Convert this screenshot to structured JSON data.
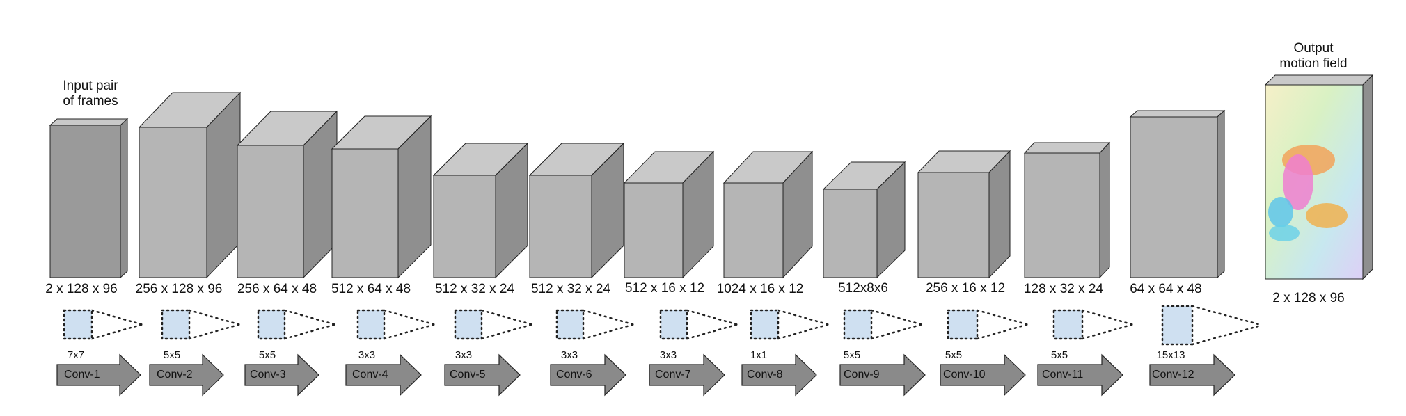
{
  "input": {
    "caption_line1": "Input pair",
    "caption_line2": "of frames",
    "dims": "2 x 128 x 96"
  },
  "output": {
    "caption_line1": "Output",
    "caption_line2": "motion field",
    "dims": "2 x 128 x 96"
  },
  "layers": [
    {
      "dims": "256 x 128 x 96",
      "kernel": "7x7",
      "conv": "Conv-1"
    },
    {
      "dims": "256 x 64 x 48",
      "kernel": "5x5",
      "conv": "Conv-2"
    },
    {
      "dims": "512 x 64 x 48",
      "kernel": "5x5",
      "conv": "Conv-3"
    },
    {
      "dims": "512 x 32 x 24",
      "kernel": "3x3",
      "conv": "Conv-4"
    },
    {
      "dims": "512 x 32 x 24",
      "kernel": "3x3",
      "conv": "Conv-5"
    },
    {
      "dims": "512 x 16 x 12",
      "kernel": "3x3",
      "conv": "Conv-6"
    },
    {
      "dims": "1024 x 16 x 12",
      "kernel": "3x3",
      "conv": "Conv-7"
    },
    {
      "dims": "512x8x6",
      "kernel": "1x1",
      "conv": "Conv-8"
    },
    {
      "dims": "256 x 16 x 12",
      "kernel": "5x5",
      "conv": "Conv-9"
    },
    {
      "dims": "128 x 32 x 24",
      "kernel": "5x5",
      "conv": "Conv-10"
    },
    {
      "dims": "64 x 64 x 48",
      "kernel": "5x5",
      "conv": "Conv-11"
    },
    {
      "dims": "",
      "kernel": "15x13",
      "conv": "Conv-12"
    }
  ],
  "colors": {
    "input_block": "#9a9a9a",
    "layer_front": "#b5b5b5",
    "layer_top": "#c9c9c9",
    "layer_side": "#8f8f8f",
    "kernel_fill": "#cfe0f1",
    "arrow_fill": "#8a8a8a"
  }
}
